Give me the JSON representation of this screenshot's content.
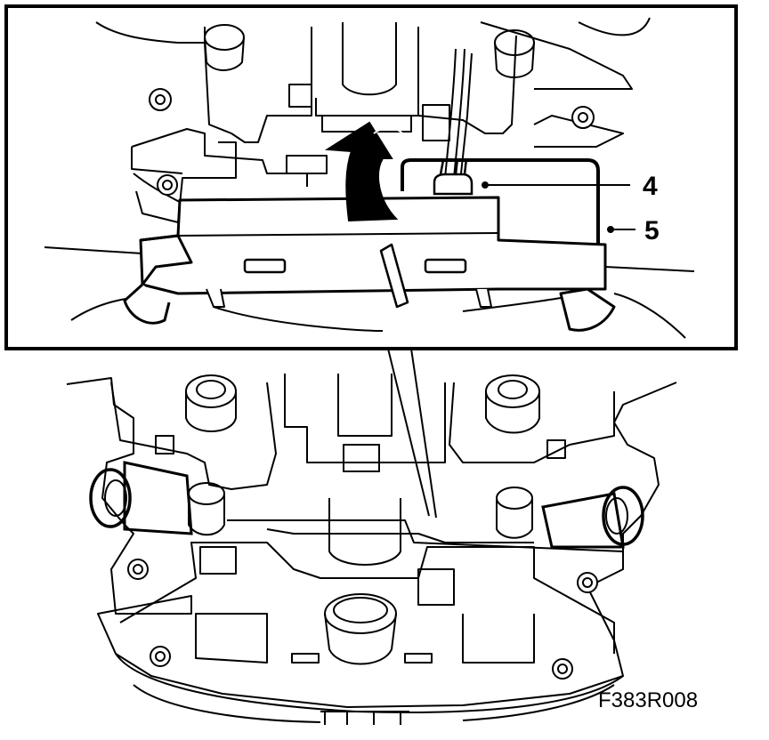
{
  "callouts": {
    "item_4": "4",
    "item_5": "5"
  },
  "figure_code": "F383R008",
  "colors": {
    "ink": "#000000",
    "paper": "#ffffff"
  }
}
